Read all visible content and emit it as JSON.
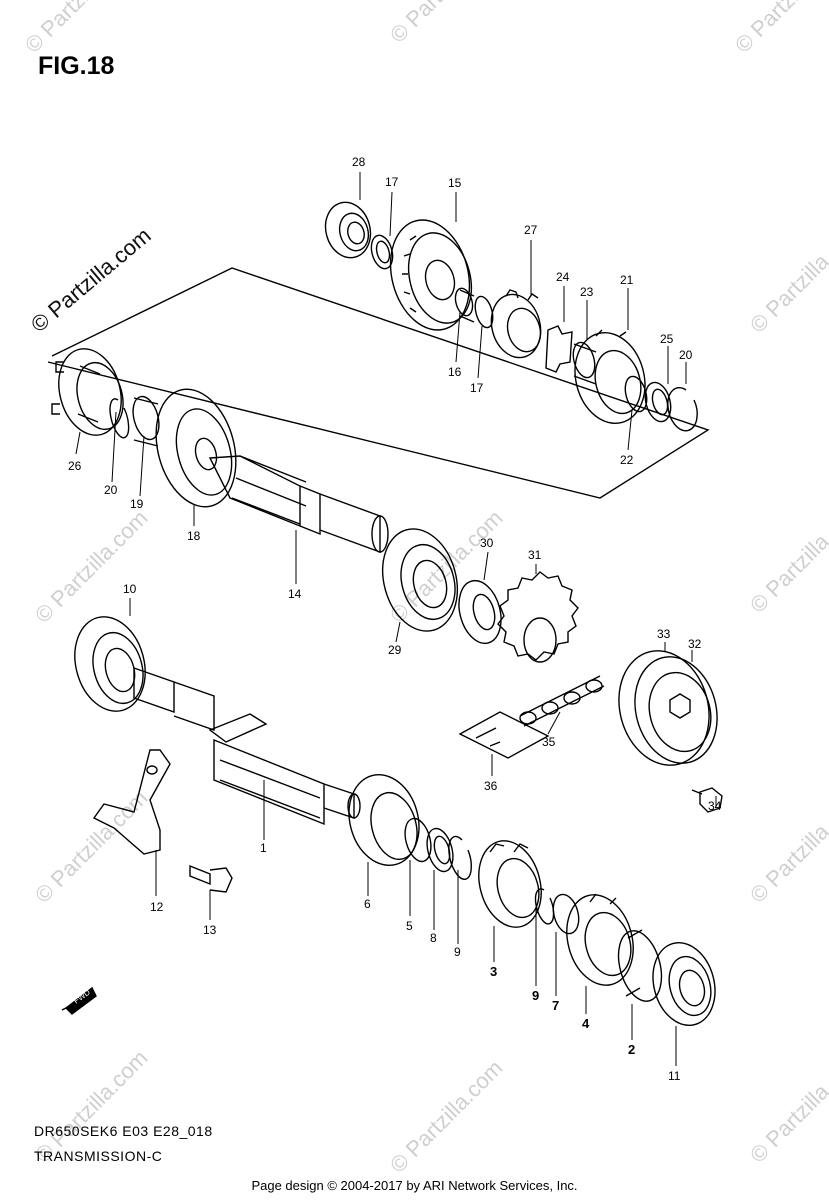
{
  "figure": {
    "title": "FIG.18",
    "model": "DR650SEK6 E03 E28_018",
    "section": "TRANSMISSION-C",
    "fwd_label": "FWD"
  },
  "watermark": {
    "main": "© Partzilla.com",
    "repeat": "© Partzilla.com"
  },
  "footer": "Page design © 2004-2017 by ARI Network Services, Inc.",
  "callouts": [
    {
      "id": "28",
      "text": "28"
    },
    {
      "id": "17a",
      "text": "17"
    },
    {
      "id": "15",
      "text": "15"
    },
    {
      "id": "27",
      "text": "27"
    },
    {
      "id": "24",
      "text": "24"
    },
    {
      "id": "23",
      "text": "23"
    },
    {
      "id": "21",
      "text": "21"
    },
    {
      "id": "25",
      "text": "25"
    },
    {
      "id": "20a",
      "text": "20"
    },
    {
      "id": "16",
      "text": "16"
    },
    {
      "id": "17b",
      "text": "17"
    },
    {
      "id": "22",
      "text": "22"
    },
    {
      "id": "26",
      "text": "26"
    },
    {
      "id": "20b",
      "text": "20"
    },
    {
      "id": "19",
      "text": "19"
    },
    {
      "id": "18",
      "text": "18"
    },
    {
      "id": "14",
      "text": "14"
    },
    {
      "id": "30",
      "text": "30"
    },
    {
      "id": "31",
      "text": "31"
    },
    {
      "id": "29",
      "text": "29"
    },
    {
      "id": "10",
      "text": "10"
    },
    {
      "id": "33",
      "text": "33"
    },
    {
      "id": "32",
      "text": "32"
    },
    {
      "id": "35",
      "text": "35"
    },
    {
      "id": "36",
      "text": "36"
    },
    {
      "id": "34",
      "text": "34"
    },
    {
      "id": "1",
      "text": "1"
    },
    {
      "id": "12",
      "text": "12"
    },
    {
      "id": "13",
      "text": "13"
    },
    {
      "id": "6",
      "text": "6"
    },
    {
      "id": "5",
      "text": "5"
    },
    {
      "id": "8",
      "text": "8"
    },
    {
      "id": "9a",
      "text": "9"
    },
    {
      "id": "3",
      "text": "3"
    },
    {
      "id": "9b",
      "text": "9"
    },
    {
      "id": "7",
      "text": "7"
    },
    {
      "id": "4",
      "text": "4"
    },
    {
      "id": "2",
      "text": "2"
    },
    {
      "id": "11",
      "text": "11"
    }
  ]
}
